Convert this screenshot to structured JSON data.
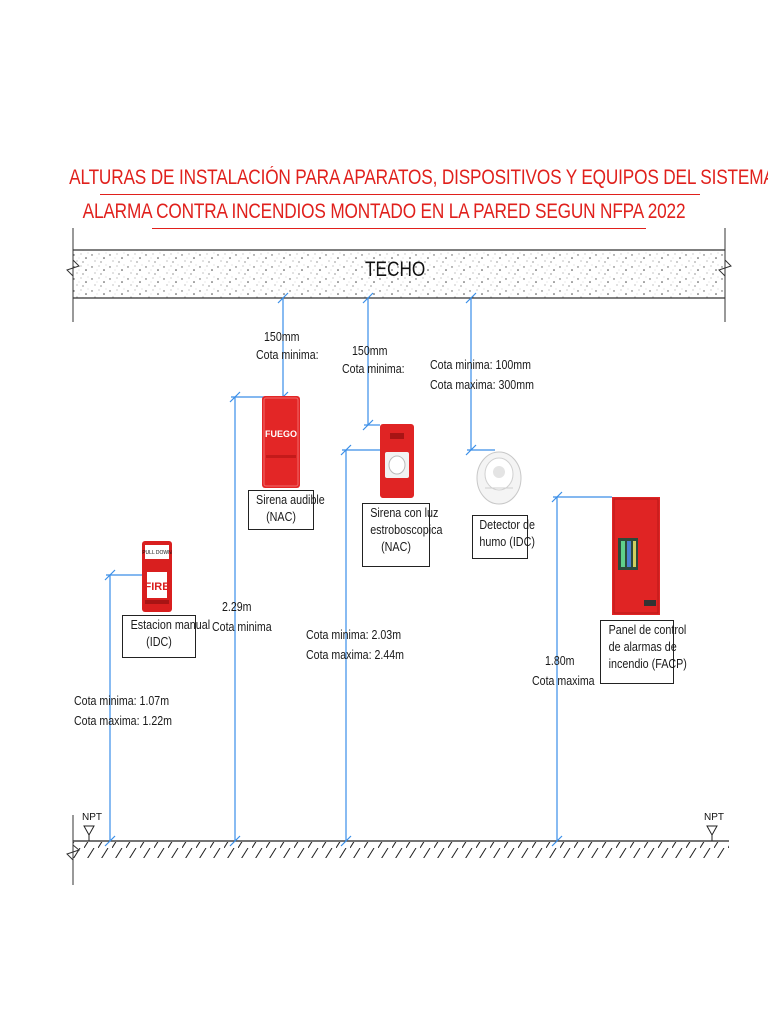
{
  "title": {
    "line1": "ALTURAS DE INSTALACIÓN PARA APARATOS, DISPOSITIVOS Y EQUIPOS DEL SISTEMA DE",
    "line2": "ALARMA CONTRA INCENDIOS MONTADO EN LA PARED SEGUN NFPA 2022"
  },
  "ceiling_label": "TECHO",
  "floor_label_left": "NPT",
  "floor_label_right": "NPT",
  "devices": {
    "manual_station": {
      "name_line1": "Estacion manual",
      "name_line2": "(IDC)",
      "dim_min": "Cota minima: 1.07m",
      "dim_max": "Cota maxima: 1.22m",
      "face_top": "PULL DOWN",
      "face_text": "FIRE"
    },
    "audible_siren": {
      "name_line1": "Sirena audible",
      "name_line2": "(NAC)",
      "ceiling_value": "150mm",
      "ceiling_label": "Cota minima:",
      "floor_value": "2.29m",
      "floor_label": "Cota minima",
      "face_text": "FUEGO"
    },
    "strobe_siren": {
      "name_line1": "Sirena con luz",
      "name_line2": "estroboscopica",
      "name_line3": "(NAC)",
      "ceiling_value": "150mm",
      "ceiling_label": "Cota minima:",
      "dim_min": "Cota minima: 2.03m",
      "dim_max": "Cota maxima: 2.44m"
    },
    "smoke_detector": {
      "name_line1": "Detector de",
      "name_line2": "humo (IDC)",
      "dim_min": "Cota minima: 100mm",
      "dim_max": "Cota maxima: 300mm"
    },
    "control_panel": {
      "name_line1": "Panel de control",
      "name_line2": "de alarmas de",
      "name_line3": "incendio (FACP)",
      "floor_value": "1.80m",
      "floor_label": "Cota maxima"
    }
  },
  "colors": {
    "title": "#e0201c",
    "dimension_lines": "#3a8ee8",
    "device_red": "#e02424",
    "outline": "#222222"
  }
}
